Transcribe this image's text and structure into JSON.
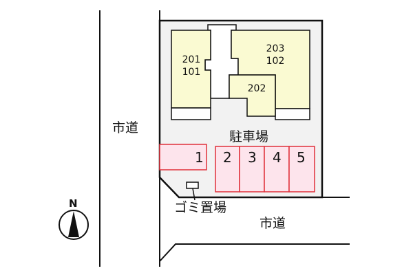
{
  "roads": {
    "left": "市道",
    "bottom": "市道"
  },
  "buildings": [
    {
      "units": [
        "201",
        "101"
      ]
    },
    {
      "units": [
        "203",
        "102"
      ]
    },
    {
      "units": [
        "202"
      ]
    }
  ],
  "parking": {
    "label": "駐車場",
    "spaces": [
      "1",
      "2",
      "3",
      "4",
      "5"
    ]
  },
  "garbage": {
    "label": "ゴミ置場"
  },
  "compass": {
    "label": "N"
  },
  "colors": {
    "building": "#fafad2",
    "lot": "#f2f2f2",
    "parking_fill": "#fde4ec",
    "parking_stroke": "#e0303a"
  }
}
